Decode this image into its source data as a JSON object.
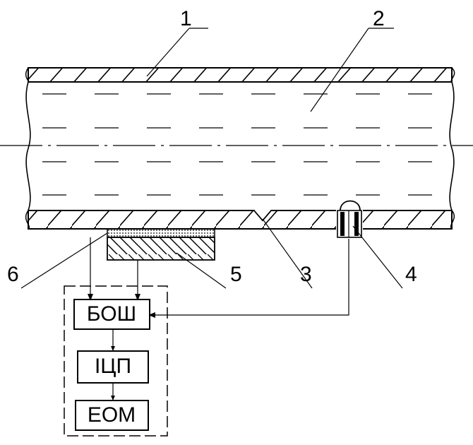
{
  "labels": {
    "pipe_wall": "1",
    "fluid": "2",
    "defect": "3",
    "sensor": "4",
    "plate": "5",
    "layer": "6"
  },
  "blocks": {
    "b1": "БОШ",
    "b2": "ІЦП",
    "b3": "ЕОМ"
  }
}
